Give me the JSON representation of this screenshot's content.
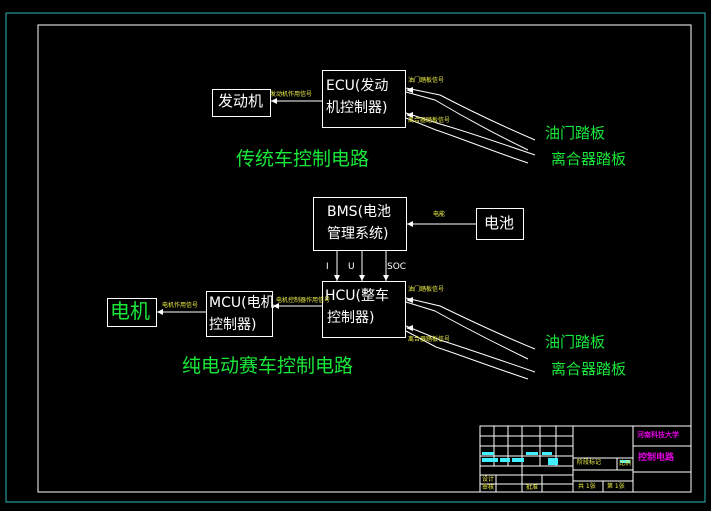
{
  "colors": {
    "background": "#000000",
    "frame": "#2fb3b3",
    "line": "#ffffff",
    "label": "#19e83a",
    "title_block_text": "#e000e0"
  },
  "diagram1": {
    "engine": "发动机",
    "ecu": [
      "ECU(发动",
      "机控制器)"
    ],
    "engine_signal": "发动机作用信号",
    "throttle_signal": "油门踏板信号",
    "clutch_signal": "离合器踏板信号",
    "throttle_pedal": "油门踏板",
    "clutch_pedal": "离合器踏板",
    "title": "传统车控制电路"
  },
  "diagram2": {
    "bms": [
      "BMS(电池",
      "管理系统)"
    ],
    "battery": "电池",
    "battery_signal": "电能",
    "i_label": "I",
    "u_label": "U",
    "soc_label": "SOC",
    "hcu": [
      "HCU(整车",
      "控制器)"
    ],
    "mcu": [
      "MCU(电机",
      "控制器)"
    ],
    "motor": "电机",
    "motor_signal": "电机作用信号",
    "mcu_signal": "电机控制器作用信号",
    "throttle_signal": "油门踏板信号",
    "clutch_signal": "离合器踏板信号",
    "throttle_pedal": "油门踏板",
    "clutch_pedal": "离合器踏板",
    "title": "纯电动赛车控制电路"
  },
  "title_block": {
    "school": "河南科技大学",
    "drawing_name": "控制电路",
    "stage_label": "阶段标记",
    "scale_label": "比例",
    "sheet_total": "共 1张",
    "sheet_no": "第 1张",
    "design": "设计",
    "check": "审核",
    "approve": "批准"
  }
}
